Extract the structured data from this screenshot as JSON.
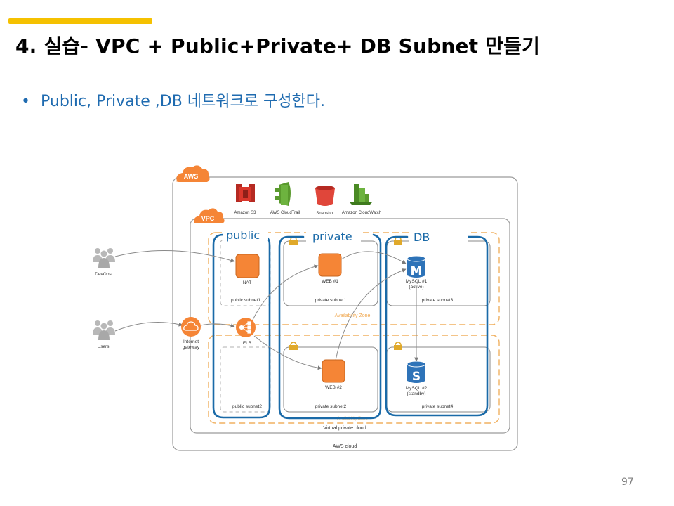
{
  "slide": {
    "title": "4. 실습- VPC + Public+Private+ DB Subnet 만들기",
    "bullet": "Public, Private ,DB 네트워크로 구성한다.",
    "page_number": "97",
    "accent_color": "#f5c100",
    "bullet_color": "#1f6bb0"
  },
  "diagram": {
    "aws_badge": "AWS",
    "vpc_badge": "VPC",
    "aws_cloud_label": "AWS cloud",
    "vpc_label": "Virtual private cloud",
    "availability_zone_label": "Availability Zone",
    "services": [
      {
        "name": "Amazon S3",
        "icon": "s3-icon",
        "color": "#d9362b"
      },
      {
        "name": "AWS CloudTrail",
        "icon": "cloudtrail-icon",
        "color": "#5a9a2e"
      },
      {
        "name": "Snapshot",
        "icon": "bucket-icon",
        "color": "#e0463a"
      },
      {
        "name": "Amazon CloudWatch",
        "icon": "cloudwatch-icon",
        "color": "#5a9a2e"
      }
    ],
    "groups": {
      "public": "public",
      "private": "private",
      "db": "DB"
    },
    "actors": {
      "devops": "DevOps",
      "users": "Users",
      "igw": "Internet gateway",
      "igw_line1": "Internet",
      "igw_line2": "gateway"
    },
    "nodes": {
      "nat": "NAT",
      "elb": "ELB",
      "web1": "WEB #1",
      "web2": "WEB #2",
      "mysql1_line1": "MySQL #1",
      "mysql1_line2": "(active)",
      "mysql2_line1": "MySQL #2",
      "mysql2_line2": "(standby)",
      "mysql1_glyph": "M",
      "mysql2_glyph": "S"
    },
    "subnets": {
      "public1": "public subnet1",
      "public2": "public subnet2",
      "private1": "private subnet1",
      "private2": "private subnet2",
      "private3": "private subnet3",
      "private4": "private subnet4"
    },
    "colors": {
      "orange": "#f58536",
      "group_blue": "#1a6aa8",
      "db_blue": "#2e73b8",
      "az_dash": "#f0b060",
      "lock": "#e0a92a"
    }
  }
}
